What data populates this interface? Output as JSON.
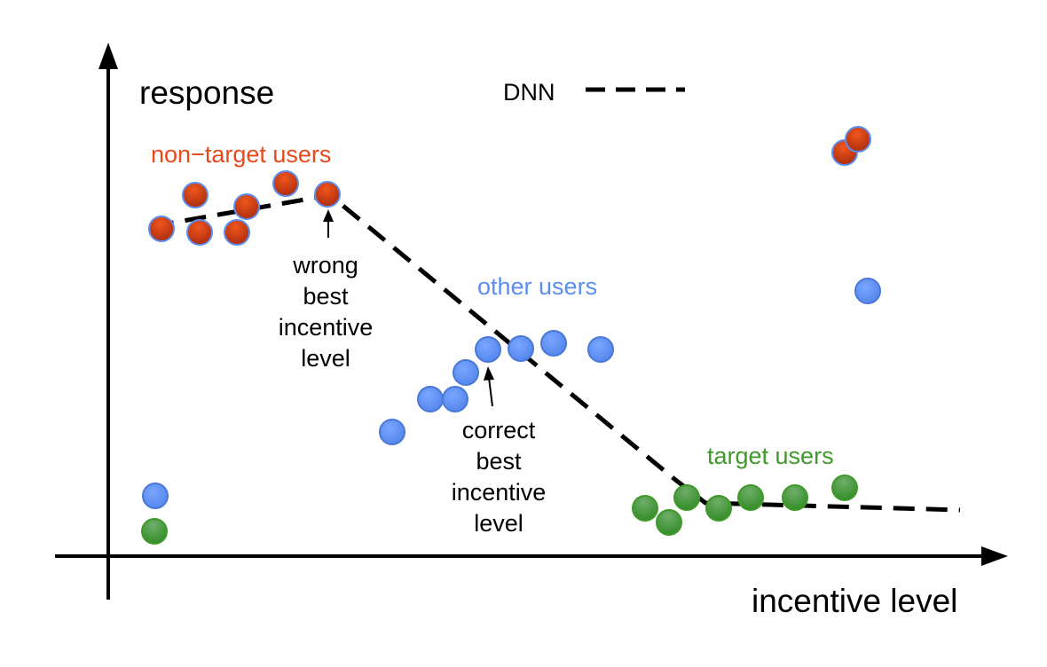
{
  "axes": {
    "y_label": "response",
    "x_label": "incentive level"
  },
  "legend": {
    "label": "DNN",
    "line_style": "dashed",
    "color": "#000000"
  },
  "groups": {
    "non_target": {
      "label": "non−target users",
      "color": "#e84a1c"
    },
    "other": {
      "label": "other users",
      "color": "#5b8ef0"
    },
    "target": {
      "label": "target users",
      "color": "#3f9a2a"
    }
  },
  "annotations": {
    "wrong": {
      "lines": [
        "wrong",
        "best",
        "incentive",
        "level"
      ]
    },
    "correct": {
      "lines": [
        "correct",
        "best",
        "incentive",
        "level"
      ]
    }
  }
}
